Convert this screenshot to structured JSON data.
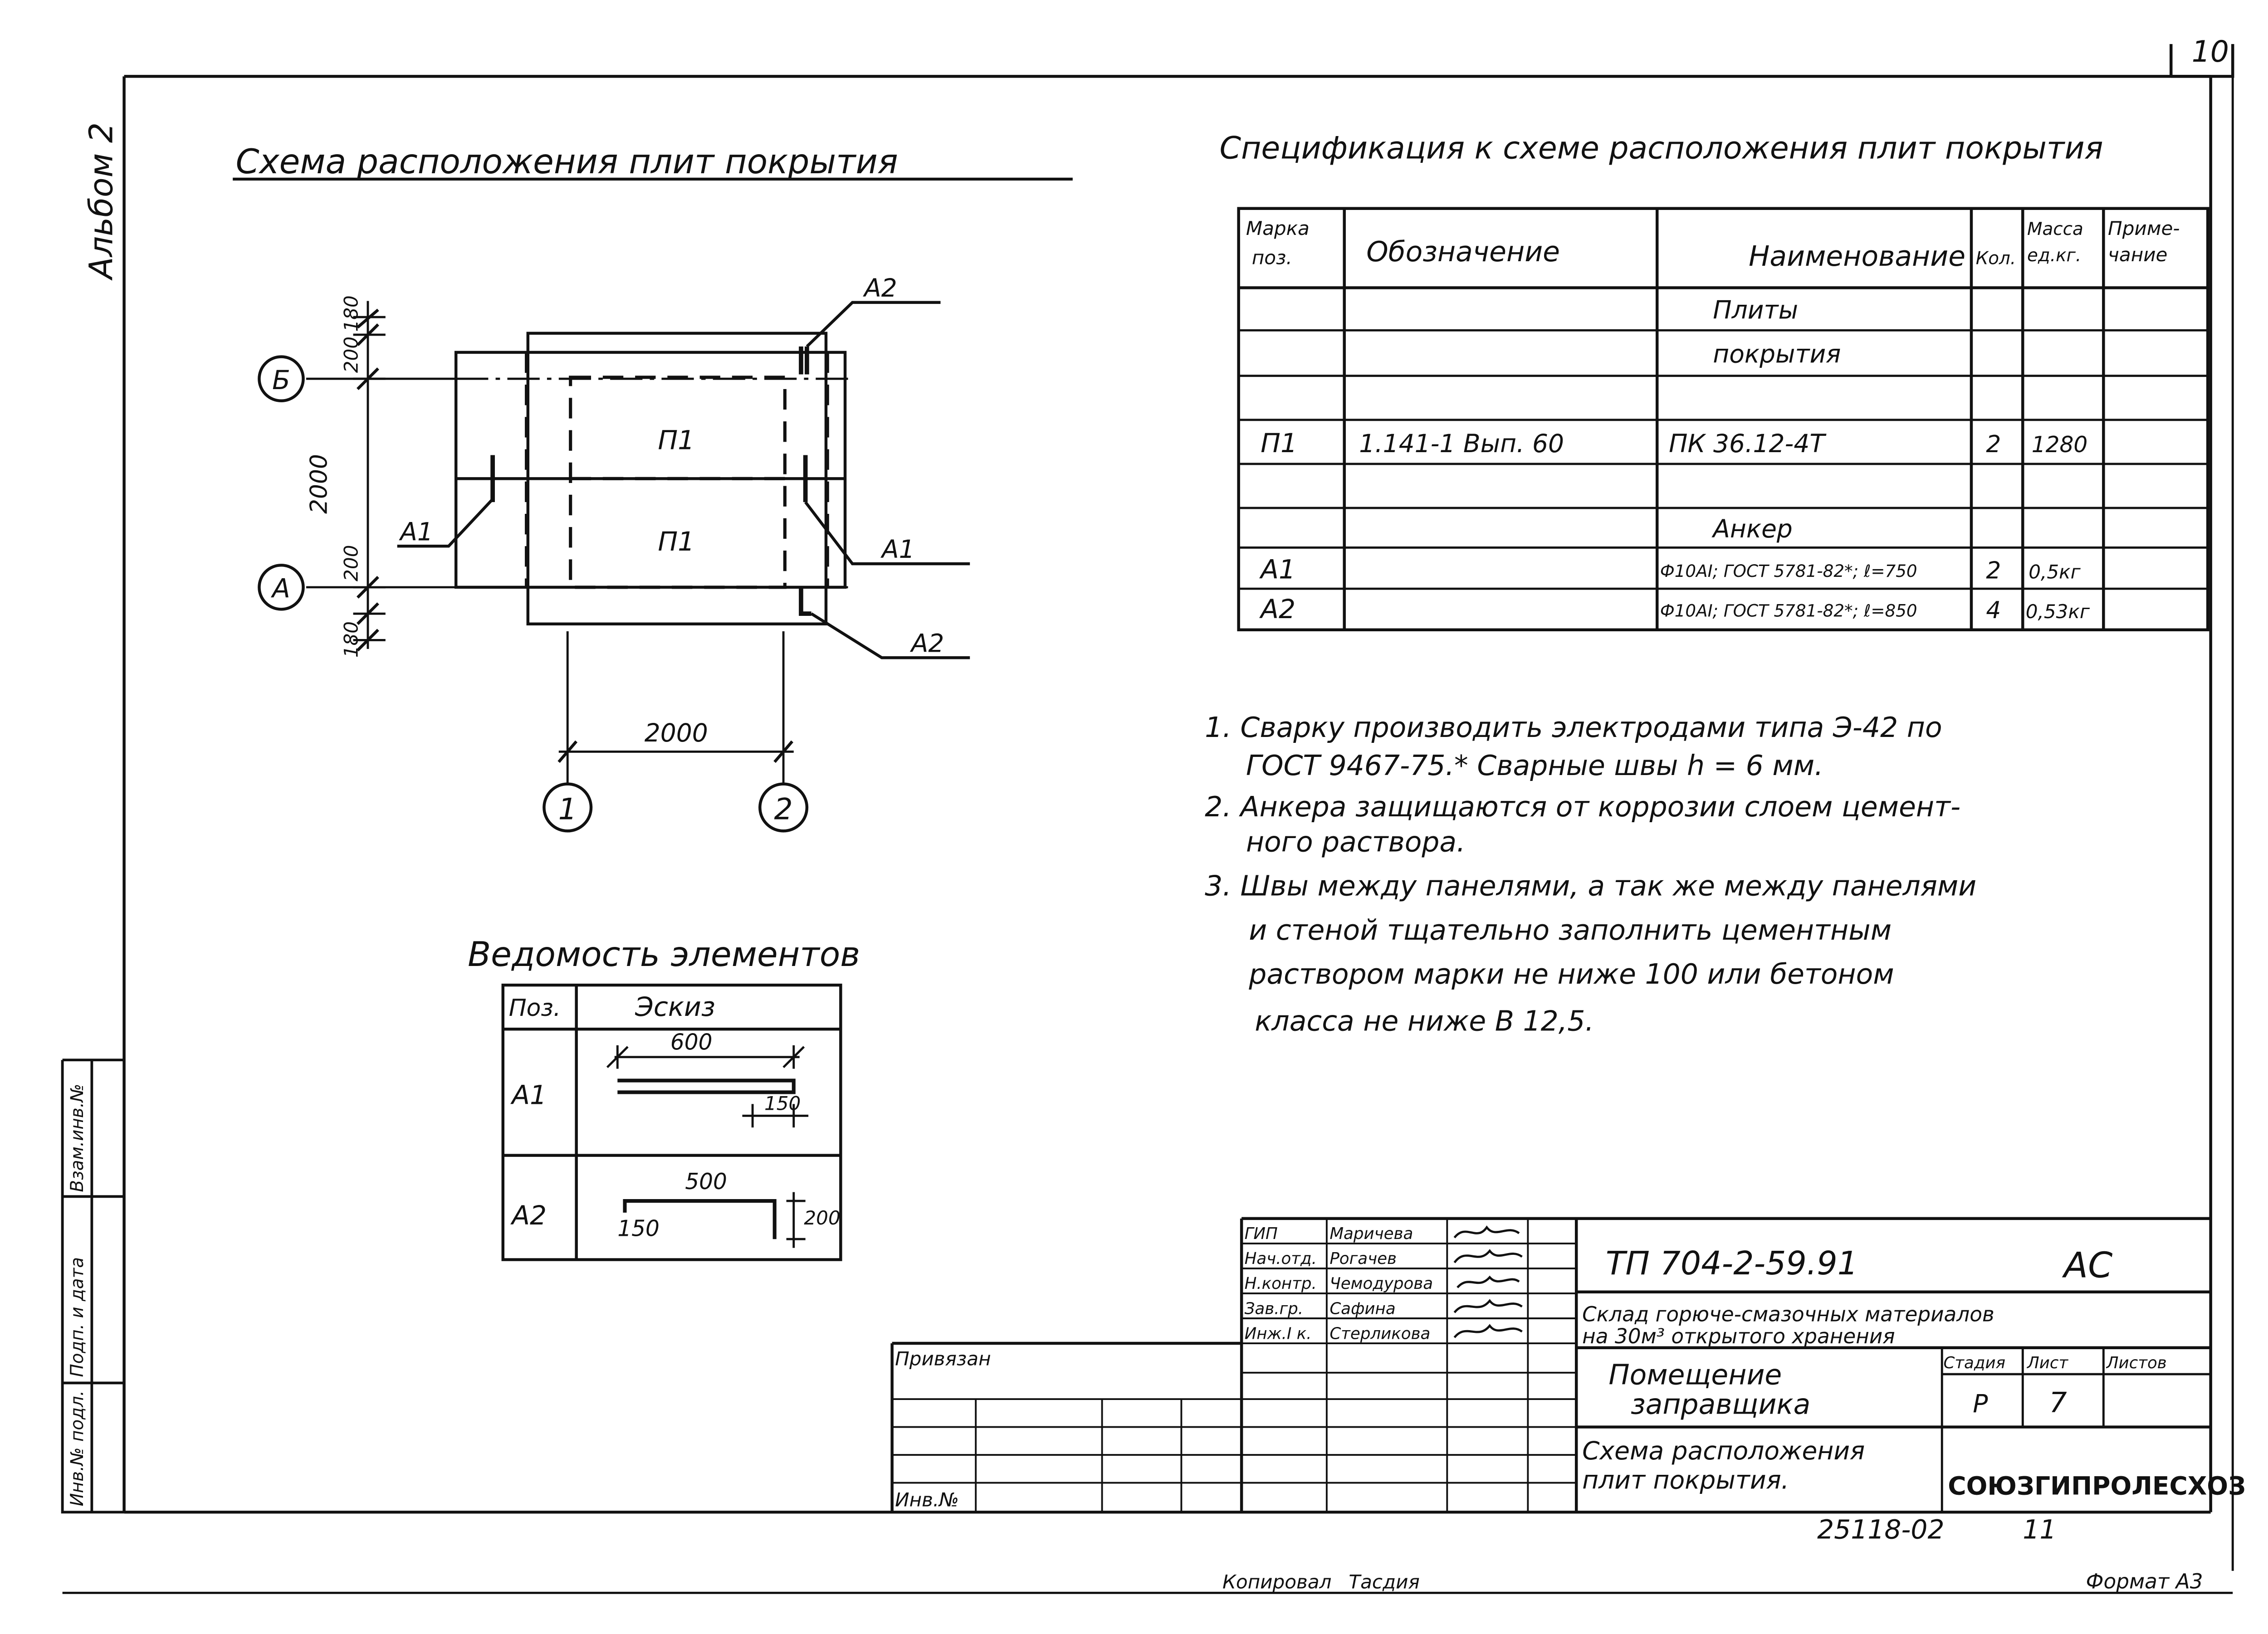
{
  "sheet_number": "10",
  "album": "Альбом 2",
  "scheme": {
    "title": "Схема расположения плит покрытия",
    "axis_letters": [
      "Б",
      "А"
    ],
    "axis_numbers": [
      "1",
      "2"
    ],
    "dims": {
      "top_180": "180",
      "top_200": "200",
      "mid_2000": "2000",
      "bot_200": "200",
      "bot_180": "180",
      "bottom_2000": "2000"
    },
    "panels": [
      "П1",
      "П1"
    ],
    "anchors": {
      "a2_top": "А2",
      "a1_left": "А1",
      "a1_right": "А1",
      "a2_bottom": "А2"
    }
  },
  "spec": {
    "title": "Спецификация к схеме расположения плит покрытия",
    "headers": {
      "mark": "Марка поз.",
      "mark_l1": "Марка",
      "mark_l2": "поз.",
      "designation": "Обозначение",
      "name": "Наименование",
      "qty": "Кол.",
      "mass_l1": "Масса",
      "mass_l2": "ед.кг.",
      "note_l1": "Приме-",
      "note_l2": "чание"
    },
    "rows": [
      {
        "mark": "",
        "designation": "",
        "name": "Плиты",
        "qty": "",
        "mass": ""
      },
      {
        "mark": "",
        "designation": "",
        "name": "покрытия",
        "qty": "",
        "mass": ""
      },
      {
        "mark": "",
        "designation": "",
        "name": "",
        "qty": "",
        "mass": ""
      },
      {
        "mark": "П1",
        "designation": "1.141-1 Вып. 60",
        "name": "ПК 36.12-4Т",
        "qty": "2",
        "mass": "1280"
      },
      {
        "mark": "",
        "designation": "",
        "name": "",
        "qty": "",
        "mass": ""
      },
      {
        "mark": "",
        "designation": "",
        "name": "Анкер",
        "qty": "",
        "mass": ""
      },
      {
        "mark": "А1",
        "designation": "",
        "name": "Ф10АI; ГОСТ 5781-82*; ℓ=750",
        "qty": "2",
        "mass": "0,5кг"
      },
      {
        "mark": "А2",
        "designation": "",
        "name": "Ф10АI; ГОСТ 5781-82*; ℓ=850",
        "qty": "4",
        "mass": "0,53кг"
      }
    ]
  },
  "notes": [
    "1. Сварку производить электродами типа Э-42 по",
    "ГОСТ 9467-75.* Сварные швы h = 6 мм.",
    "2. Анкера защищаются от коррозии слоем цемент-",
    "ного раствора.",
    "3. Швы между панелями, а так же между панелями",
    "и стеной тщательно заполнить цементным",
    "раствором марки не ниже 100 или бетоном",
    "класса не ниже В 12,5."
  ],
  "elements": {
    "title": "Ведомость элементов",
    "headers": {
      "pos": "Поз.",
      "sketch": "Эскиз"
    },
    "rows": [
      {
        "pos": "А1",
        "len": "600",
        "hook": "150"
      },
      {
        "pos": "А2",
        "len": "500",
        "hook": "150",
        "height": "200"
      }
    ]
  },
  "stamp": {
    "signers": [
      {
        "role": "ГИП",
        "name": "Маричева"
      },
      {
        "role": "Нач.отд.",
        "name": "Рогачев"
      },
      {
        "role": "Н.контр.",
        "name": "Чемодурова"
      },
      {
        "role": "Зав.гр.",
        "name": "Сафина"
      },
      {
        "role": "Инж.I к.",
        "name": "Стерликова"
      }
    ],
    "code": "ТП 704-2-59.91",
    "mark": "АС",
    "project_l1": "Склад горюче-смазочных материалов",
    "project_l2": "на 30м³ открытого хранения",
    "building_l1": "Помещение",
    "building_l2": "заправщика",
    "stage_label": "Стадия",
    "sheet_label": "Лист",
    "sheets_label": "Листов",
    "stage": "Р",
    "sheet": "7",
    "drawing_l1": "Схема расположения",
    "drawing_l2": "плит покрытия.",
    "org": "СОЮЗГИПРОЛЕСХОЗ",
    "privyazan": "Привязан",
    "inv": "Инв.№"
  },
  "side_labels": {
    "a": "Взам.инв.№",
    "b": "Подп. и дата",
    "c": "Инв.№ подл."
  },
  "footer": {
    "archive": "25118-02",
    "archive_sheet": "11",
    "copied": "Копировал",
    "copier": "Тасдия",
    "format": "Формат А3"
  }
}
